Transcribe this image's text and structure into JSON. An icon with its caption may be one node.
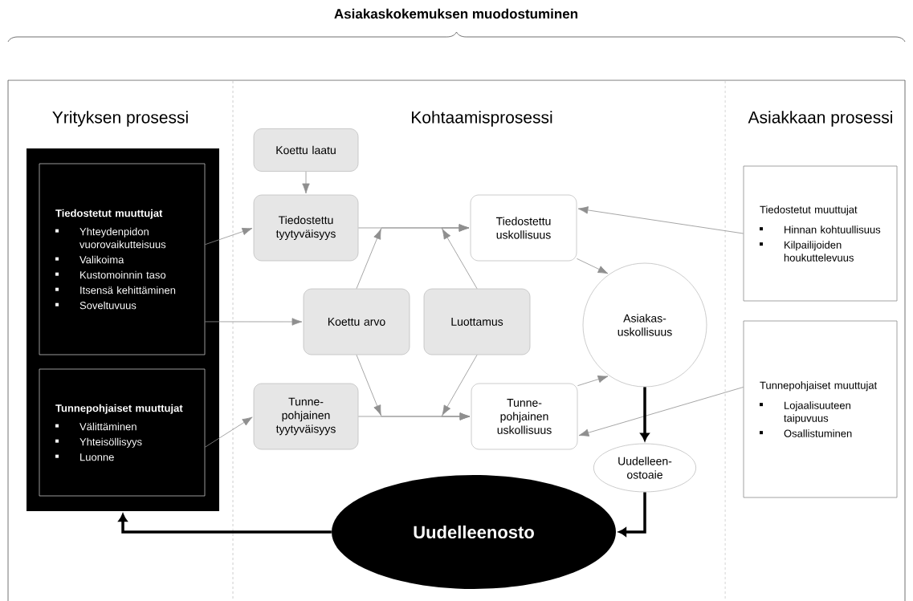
{
  "diagram": {
    "title": "Asiakaskokemuksen muodostuminen",
    "nodes": [
      {
        "text": [],
        "shape": "box"
      },
      {
        "text": [
          "Tiedostetut muuttujat",
          "Yhteydenpidon vuorovaikutteisuus",
          "Valikoima",
          "Kustomoinnin taso",
          "Itsensä kehittäminen",
          "Soveltuvuus"
        ],
        "in": 0
      },
      {
        "text": [
          "Tunnepohjaiset muuttujat",
          "Välittäminen",
          "Yhteisöllisyys",
          "Luonne"
        ],
        "in": 0
      },
      {
        "text": [
          "Koettu laatu"
        ]
      },
      {
        "text": [
          "Tiedostettu tyytyväisyys"
        ]
      },
      {
        "text": [
          "Koettu arvo"
        ]
      },
      {
        "text": [
          "Luottamus"
        ]
      },
      {
        "text": [
          "Tunne-pohjainen tyytyväisyys"
        ]
      },
      {
        "text": [
          "Tiedostettu uskollisuus"
        ]
      },
      {
        "text": [
          "Tunne-pohjainen uskollisuus"
        ]
      },
      {
        "text": [
          "Asiakas-uskollisuus"
        ]
      },
      {
        "text": [
          "Uudelleen-ostoaie"
        ]
      },
      {
        "text": [
          "Uudelleenosto"
        ]
      },
      {
        "text": [
          "Tiedostetut muuttujat",
          "Hinnan kohtuullisuus",
          "Kilpailijoiden houkuttelevuus"
        ]
      },
      {
        "text": [
          "Tunnepohjaiset muuttujat",
          "Lojaalisuuteen taipuvuus",
          "Osallistuminen"
        ]
      }
    ],
    "edges": [
      {
        "from": 1,
        "to": 4,
        "arrow": "to"
      },
      {
        "from": 1,
        "to": 5,
        "arrow": "to"
      },
      {
        "from": 2,
        "to": 7,
        "arrow": "to"
      },
      {
        "from": 3,
        "to": 4,
        "arrow": "to"
      },
      {
        "from": 4,
        "to": 8,
        "arrow": "to"
      },
      {
        "from": 5,
        "to": 8,
        "arrow": "to"
      },
      {
        "from": 6,
        "to": 8,
        "arrow": "to"
      },
      {
        "from": 7,
        "to": 9,
        "arrow": "to"
      },
      {
        "from": 5,
        "to": 9,
        "arrow": "to"
      },
      {
        "from": 6,
        "to": 9,
        "arrow": "to"
      },
      {
        "from": 8,
        "to": 10,
        "arrow": "to"
      },
      {
        "from": 9,
        "to": 10,
        "arrow": "to"
      },
      {
        "from": 13,
        "to": 8,
        "arrow": "to"
      },
      {
        "from": 14,
        "to": 9,
        "arrow": "to"
      },
      {
        "from": 10,
        "to": 11,
        "arrow": "to",
        "style": "thick",
        "color": "#000000"
      },
      {
        "from": 11,
        "to": 12,
        "arrow": "to",
        "style": "thick",
        "color": "#000000"
      },
      {
        "from": 12,
        "to": 0,
        "arrow": "to",
        "style": "thick",
        "color": "#000000"
      }
    ],
    "labels": [
      "Yrityksen prosessi",
      "Kohtaamisprosessi",
      "Asiakkaan prosessi"
    ]
  }
}
